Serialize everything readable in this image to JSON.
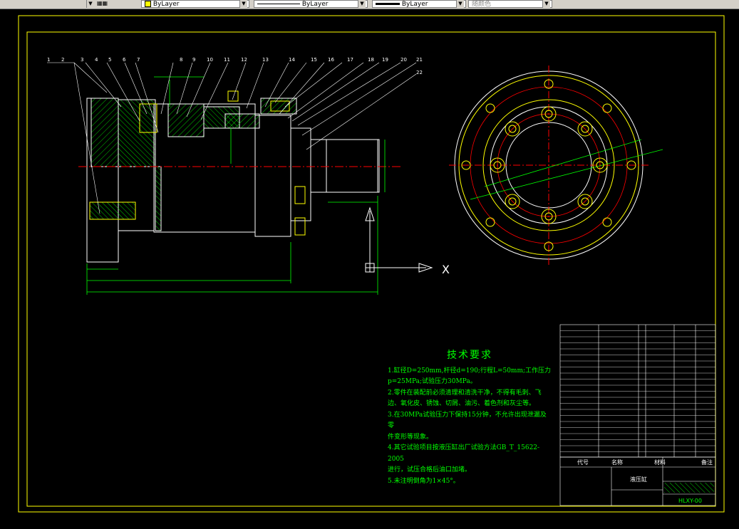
{
  "toolbar": {
    "linetype_value": "ByLayer",
    "lineweight_value": "ByLayer",
    "plotstyle_value": "ByLayer",
    "color_value": "随颜色",
    "colors": {
      "bg": "#d4d0c8",
      "swatch": "#ffff00"
    }
  },
  "drawing": {
    "colors": {
      "frame": "#ffff00",
      "outline": "#ffffff",
      "dim": "#00ff00",
      "center": "#ff0000",
      "hatch": "#00ff00",
      "hole": "#ffff00"
    },
    "axis_label": "X",
    "balloons": [
      "1",
      "2",
      "3",
      "4",
      "5",
      "6",
      "7",
      "8",
      "9",
      "10",
      "11",
      "12",
      "13",
      "14",
      "15",
      "16",
      "17",
      "18",
      "19",
      "20",
      "21",
      "22"
    ],
    "tech_requirements": {
      "title": "技术要求",
      "lines": [
        "1.缸径D=250mm,杆径d=190;行程L=50mm;工作压力",
        "p=25MPa;试验压力30MPa。",
        "2.零件在装配前必须清理和清洗干净，不得有毛刺、飞",
        "边、氧化皮、锈蚀、切屑、油污、着色剂和灰尘等。",
        "3.在30MPa试验压力下保持15分钟，不允许出现泄漏及零",
        "件变形等现象。",
        "4.其它试验项目按液压缸出厂试验方法GB_T_15622-2005",
        "进行，试压合格后油口加堵。",
        "5.未注明倒角为1×45°。"
      ]
    },
    "title_block": {
      "header_cols": [
        "代号",
        "名称",
        "材料",
        "备注"
      ],
      "drawing_title": "液压缸",
      "drawing_no": "HLXY-00"
    }
  }
}
